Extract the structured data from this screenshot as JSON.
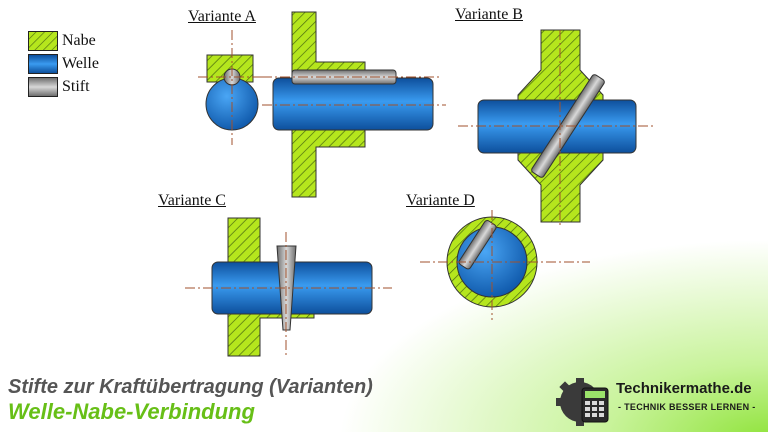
{
  "legend": {
    "items": [
      {
        "label": "Nabe",
        "pattern": "hatch",
        "color": "#b5e61d"
      },
      {
        "label": "Welle",
        "pattern": "gradient",
        "color": "#1e7fdc"
      },
      {
        "label": "Stift",
        "pattern": "gradient",
        "color": "#9a9a9a"
      }
    ]
  },
  "variants": {
    "a": "Variante A",
    "b": "Variante B",
    "c": "Variante C",
    "d": "Variante D"
  },
  "title": {
    "line1": "Stifte zur Kraftübertragung (Varianten)",
    "line2": "Welle-Nabe-Verbindung"
  },
  "logo": {
    "name": "Technikermathe.de",
    "slogan": "- TECHNIK BESSER LERNEN -"
  },
  "colors": {
    "hub": "#b5e61d",
    "hatch": "#4a6b10",
    "shaft": "#1e7fdc",
    "pin": "#9a9a9a",
    "centerline": "#a0522d",
    "title_accent": "#67bf17"
  }
}
